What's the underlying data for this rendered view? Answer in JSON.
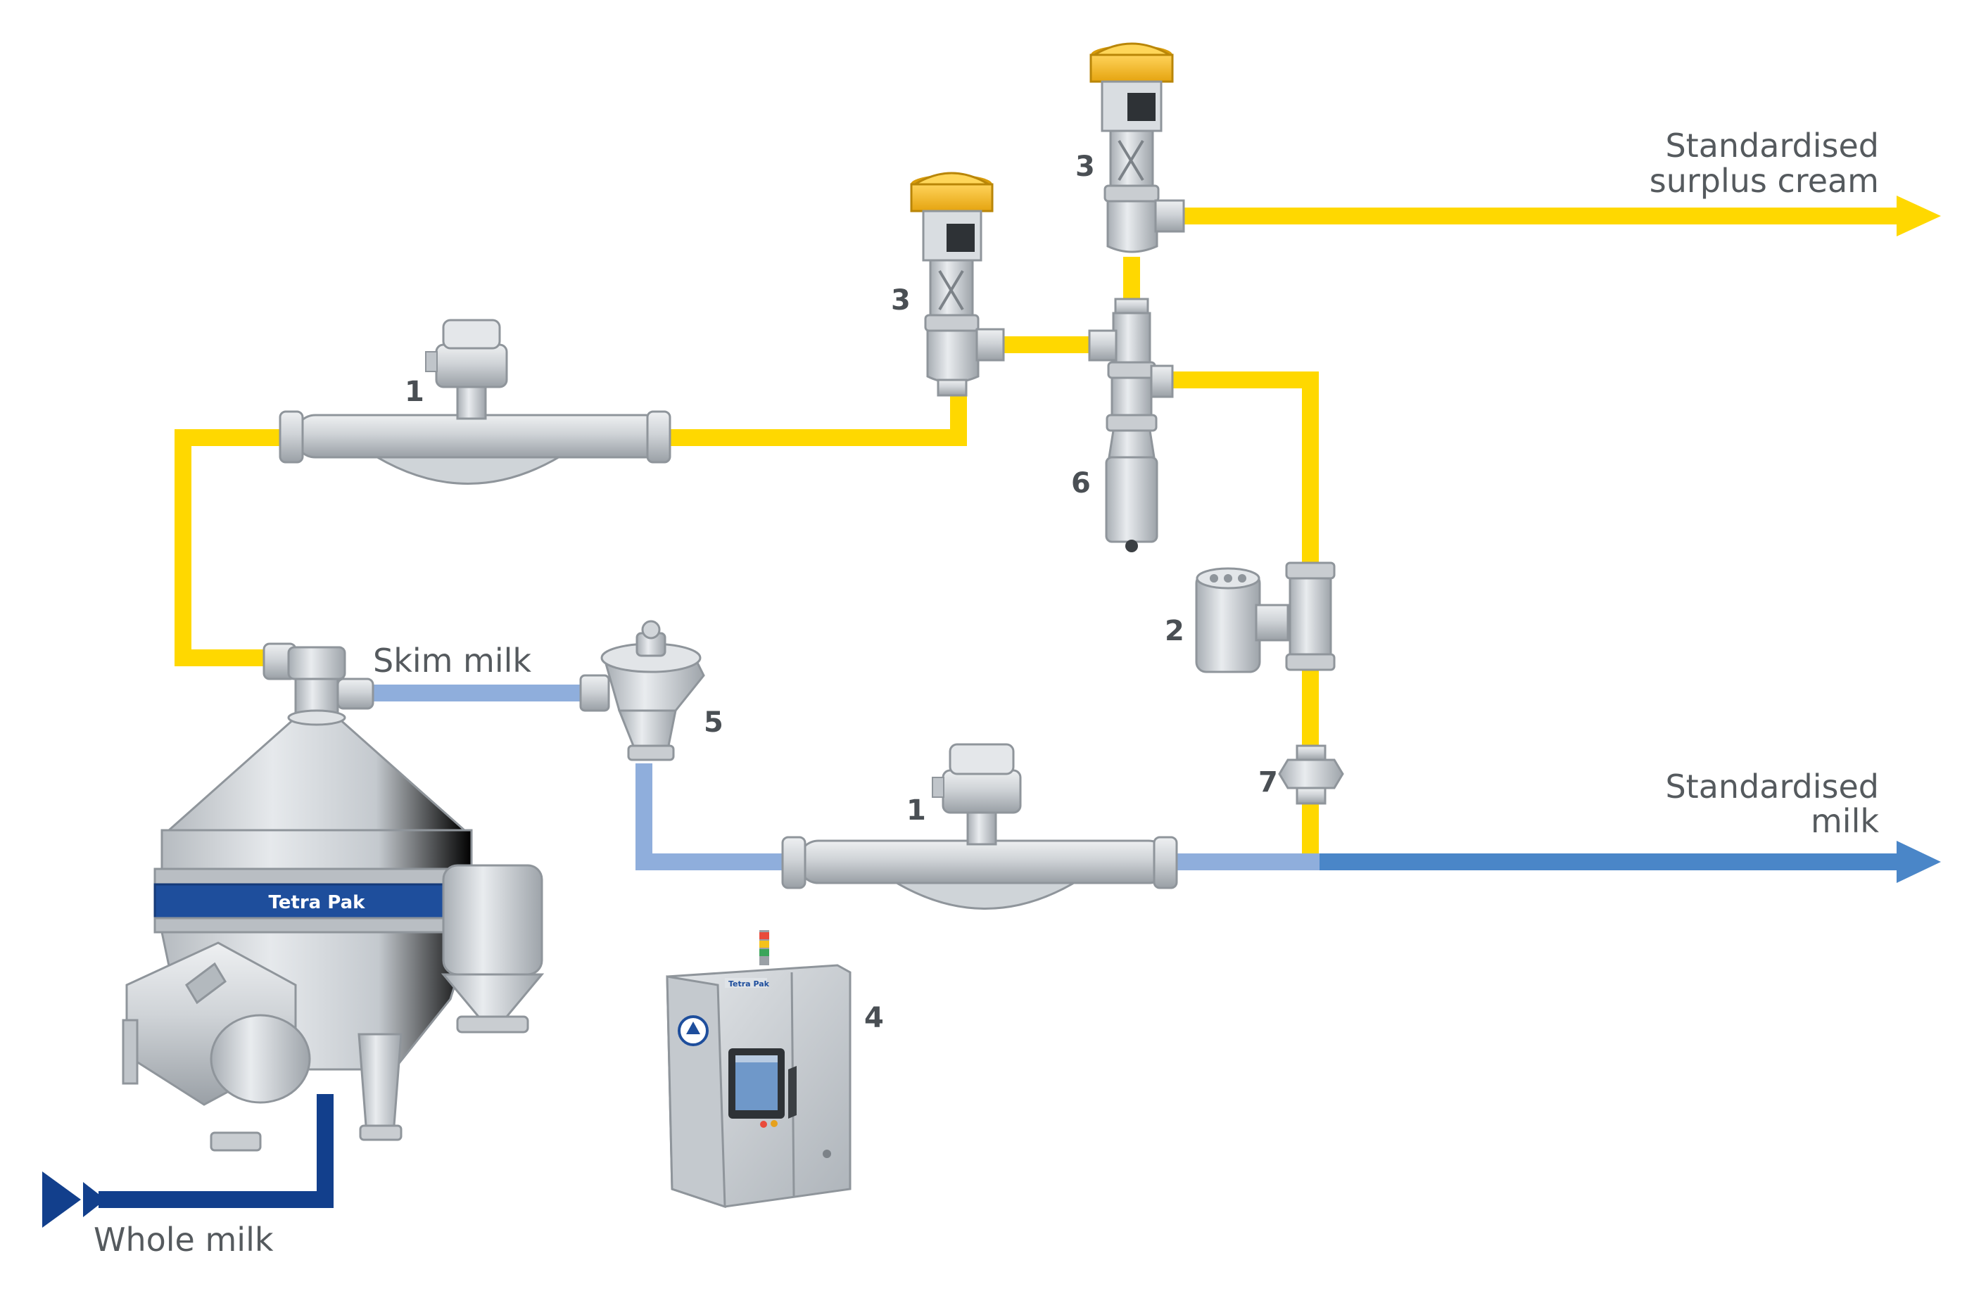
{
  "flows": {
    "whole_milk": "Whole milk",
    "skim_milk": "Skim milk",
    "standardised_surplus_cream_line1": "Standardised",
    "standardised_surplus_cream_line2": "surplus cream",
    "standardised_milk_line1": "Standardised",
    "standardised_milk_line2": "milk"
  },
  "components": {
    "flow_meter_cream": "1",
    "flow_meter_skim": "1",
    "density_transmitter": "2",
    "control_valve_left": "3",
    "control_valve_right": "3",
    "control_panel": "4",
    "constant_pressure_valve": "5",
    "shut_off_valve": "6",
    "check_valve": "7"
  },
  "brand": {
    "separator_logo": "Tetra Pak",
    "panel_logo": "Tetra Pak"
  },
  "colors": {
    "cream": "#FFD800",
    "skim_milk": "#8FAEDC",
    "standardised_milk": "#4A86C8",
    "whole_milk": "#123F8C",
    "steel": "#C9CDD1",
    "brand_band": "#1E4E9C",
    "actuator": "#F3B51B"
  }
}
